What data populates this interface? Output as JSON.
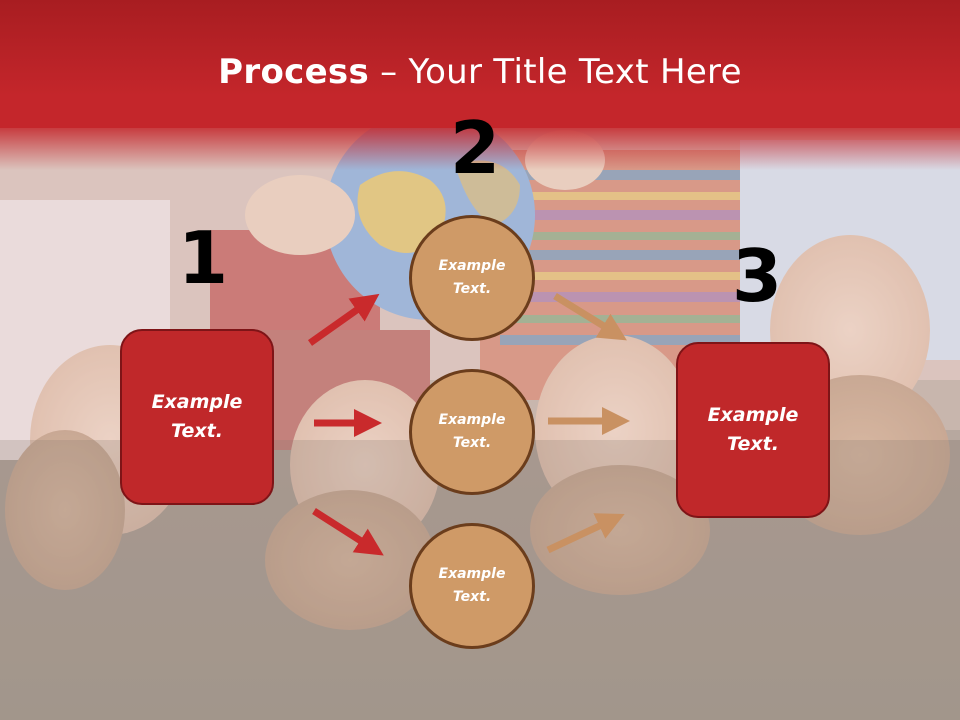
{
  "title": {
    "bold": "Process",
    "rest": " – Your Title Text Here"
  },
  "steps": {
    "one": "1",
    "two": "2",
    "three": "3"
  },
  "boxes": {
    "left": "Example Text.",
    "right": "Example Text."
  },
  "circles": {
    "top": "Example Text.",
    "middle": "Example Text.",
    "bottom": "Example Text."
  },
  "colors": {
    "title_band": "#c4262b",
    "box_fill": "#c0282a",
    "circle_fill": "#cf9a67",
    "red_arrow": "#c92a2c",
    "tan_arrow": "#c99162"
  }
}
